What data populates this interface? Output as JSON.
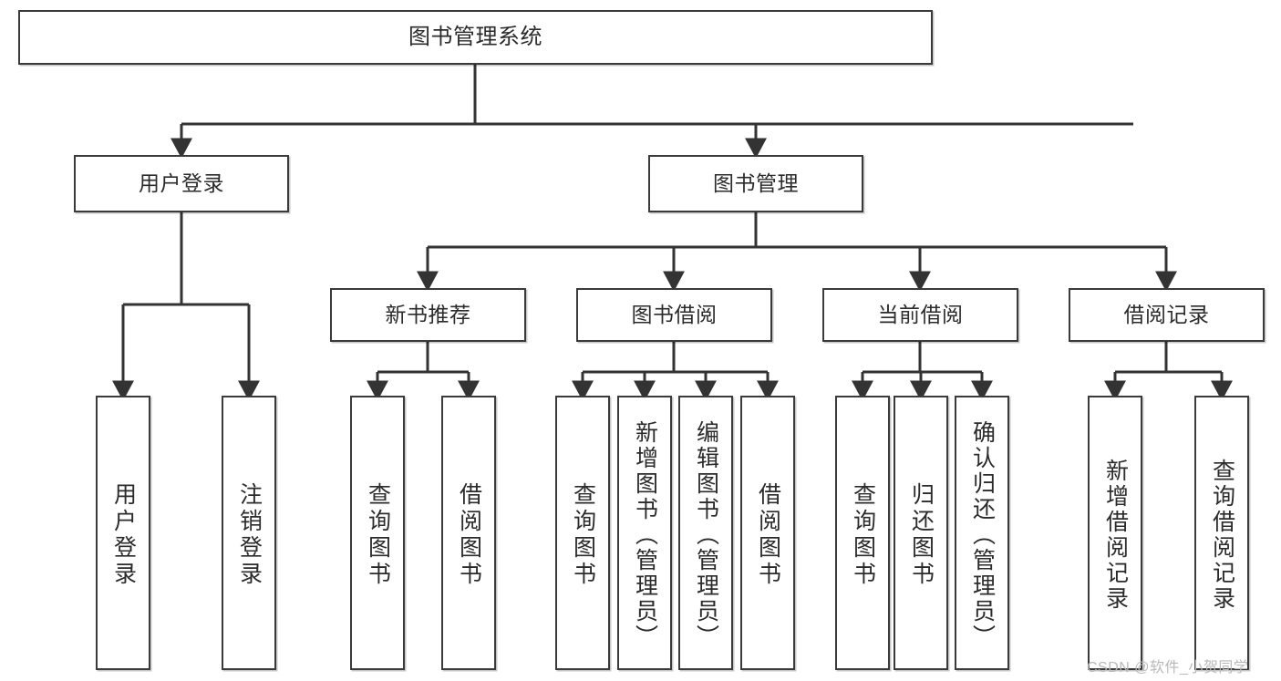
{
  "diagram": {
    "title": "图书管理系统",
    "type": "tree-hierarchy-chart",
    "watermark": "CSDN @软件_小贺同学",
    "colors": {
      "box_border": "#3a3a3a",
      "box_fill": "#ffffff",
      "line": "#333333",
      "text": "#2b2b2b",
      "watermark": "#b9b9b9"
    },
    "levels": {
      "root": {
        "label": "图书管理系统"
      },
      "level2": [
        {
          "id": "user-login",
          "label": "用户登录"
        },
        {
          "id": "book-management",
          "label": "图书管理"
        }
      ],
      "level3": [
        {
          "id": "new-book-recommend",
          "label": "新书推荐"
        },
        {
          "id": "book-borrow",
          "label": "图书借阅"
        },
        {
          "id": "current-borrow",
          "label": "当前借阅"
        },
        {
          "id": "borrow-record",
          "label": "借阅记录"
        }
      ],
      "leaves": {
        "user_login": [
          {
            "id": "leaf-user-login",
            "label": "用户登录"
          },
          {
            "id": "leaf-user-logout",
            "label": "注销登录"
          }
        ],
        "new_book_recommend": [
          {
            "id": "leaf-query-book-1",
            "label": "查询图书"
          },
          {
            "id": "leaf-borrow-book-1",
            "label": "借阅图书"
          }
        ],
        "book_borrow": [
          {
            "id": "leaf-query-book-2",
            "label": "查询图书"
          },
          {
            "id": "leaf-add-book-admin",
            "label": "新增图书（管理员）"
          },
          {
            "id": "leaf-edit-book-admin",
            "label": "编辑图书（管理员）"
          },
          {
            "id": "leaf-borrow-book-2",
            "label": "借阅图书"
          }
        ],
        "current_borrow": [
          {
            "id": "leaf-query-book-3",
            "label": "查询图书"
          },
          {
            "id": "leaf-return-book",
            "label": "归还图书"
          },
          {
            "id": "leaf-confirm-return-admin",
            "label": "确认归还（管理员）"
          }
        ],
        "borrow_record": [
          {
            "id": "leaf-add-borrow-record",
            "label": "新增借阅记录"
          },
          {
            "id": "leaf-query-borrow-record",
            "label": "查询借阅记录"
          }
        ]
      }
    }
  }
}
